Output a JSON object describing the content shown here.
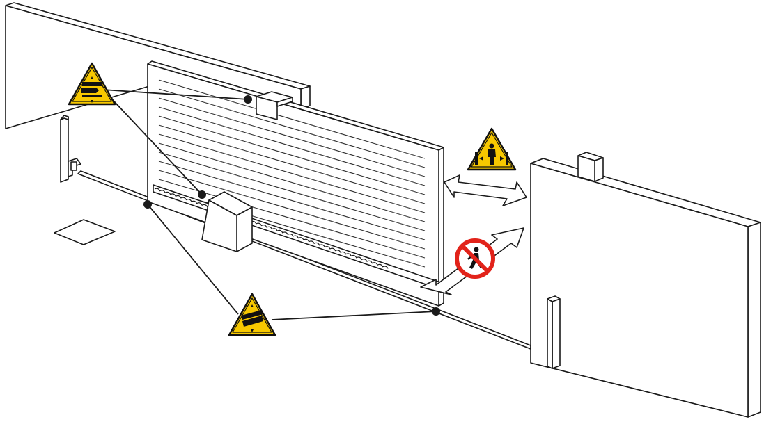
{
  "colors": {
    "warning_yellow": "#f7c800",
    "prohibition_red": "#e2231a",
    "line": "#1a1a1a",
    "background": "#ffffff"
  },
  "signs": [
    {
      "id": "sign-crush-hand-top",
      "icon": "hand-crush-warning-icon"
    },
    {
      "id": "sign-crush-person",
      "icon": "crush-between-objects-warning-icon"
    },
    {
      "id": "sign-no-pedestrian",
      "icon": "no-pedestrian-prohibition-icon"
    },
    {
      "id": "sign-crush-hand-bottom",
      "icon": "hand-crush-rack-warning-icon"
    }
  ]
}
